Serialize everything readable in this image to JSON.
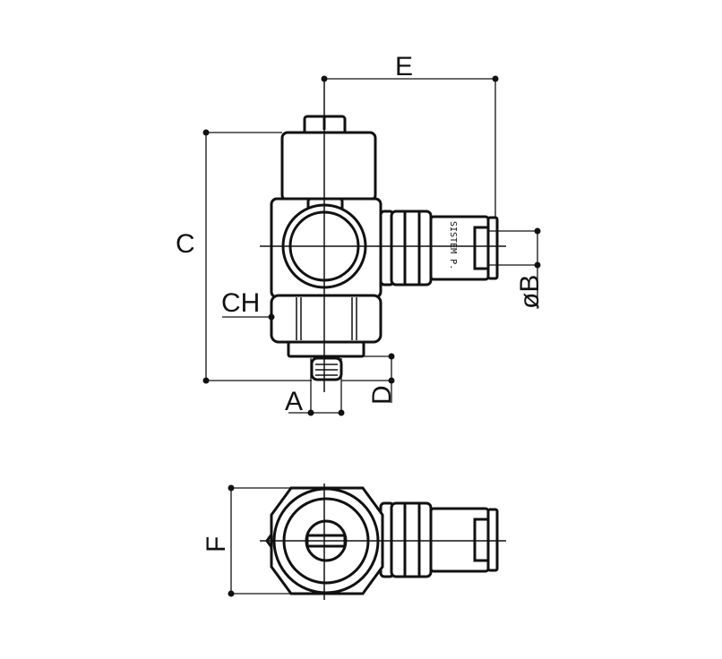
{
  "drawing": {
    "dimensions": {
      "E": "E",
      "C": "C",
      "CH": "CH",
      "B": "øB",
      "A": "A",
      "D": "D",
      "F": "F"
    },
    "brand_marking": "SISTEM P."
  }
}
